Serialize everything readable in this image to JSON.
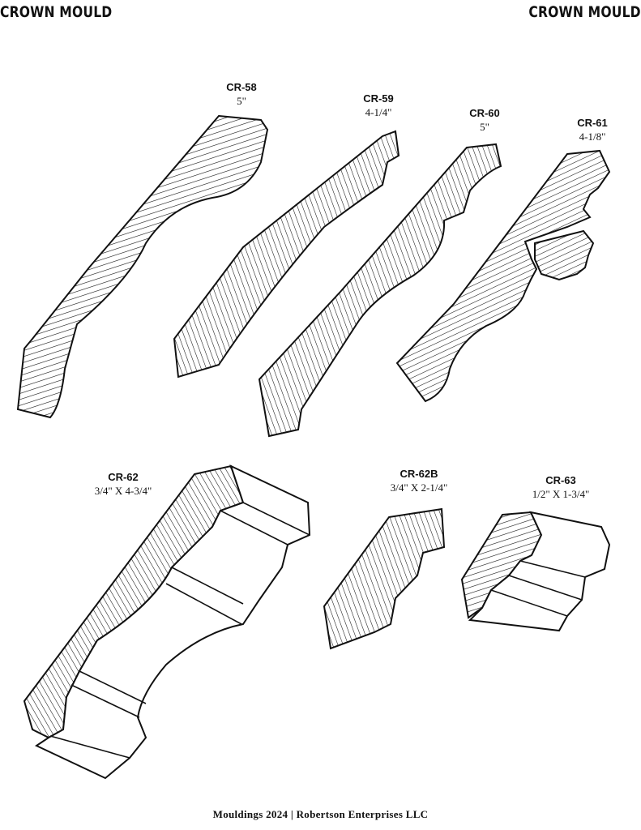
{
  "header": {
    "left_title": "CROWN MOULD",
    "right_title": "CROWN MOULD"
  },
  "profiles": [
    {
      "code": "CR-58",
      "size": "5\""
    },
    {
      "code": "CR-59",
      "size": "4-1/4\""
    },
    {
      "code": "CR-60",
      "size": "5\""
    },
    {
      "code": "CR-61",
      "size": "4-1/8\""
    },
    {
      "code": "CR-62",
      "size": "3/4\" X 4-3/4\""
    },
    {
      "code": "CR-62B",
      "size": "3/4\" X 2-1/4\""
    },
    {
      "code": "CR-63",
      "size": "1/2\" X 1-3/4\""
    }
  ],
  "footer": {
    "text": "Mouldings 2024  |  Robertson Enterprises LLC"
  }
}
